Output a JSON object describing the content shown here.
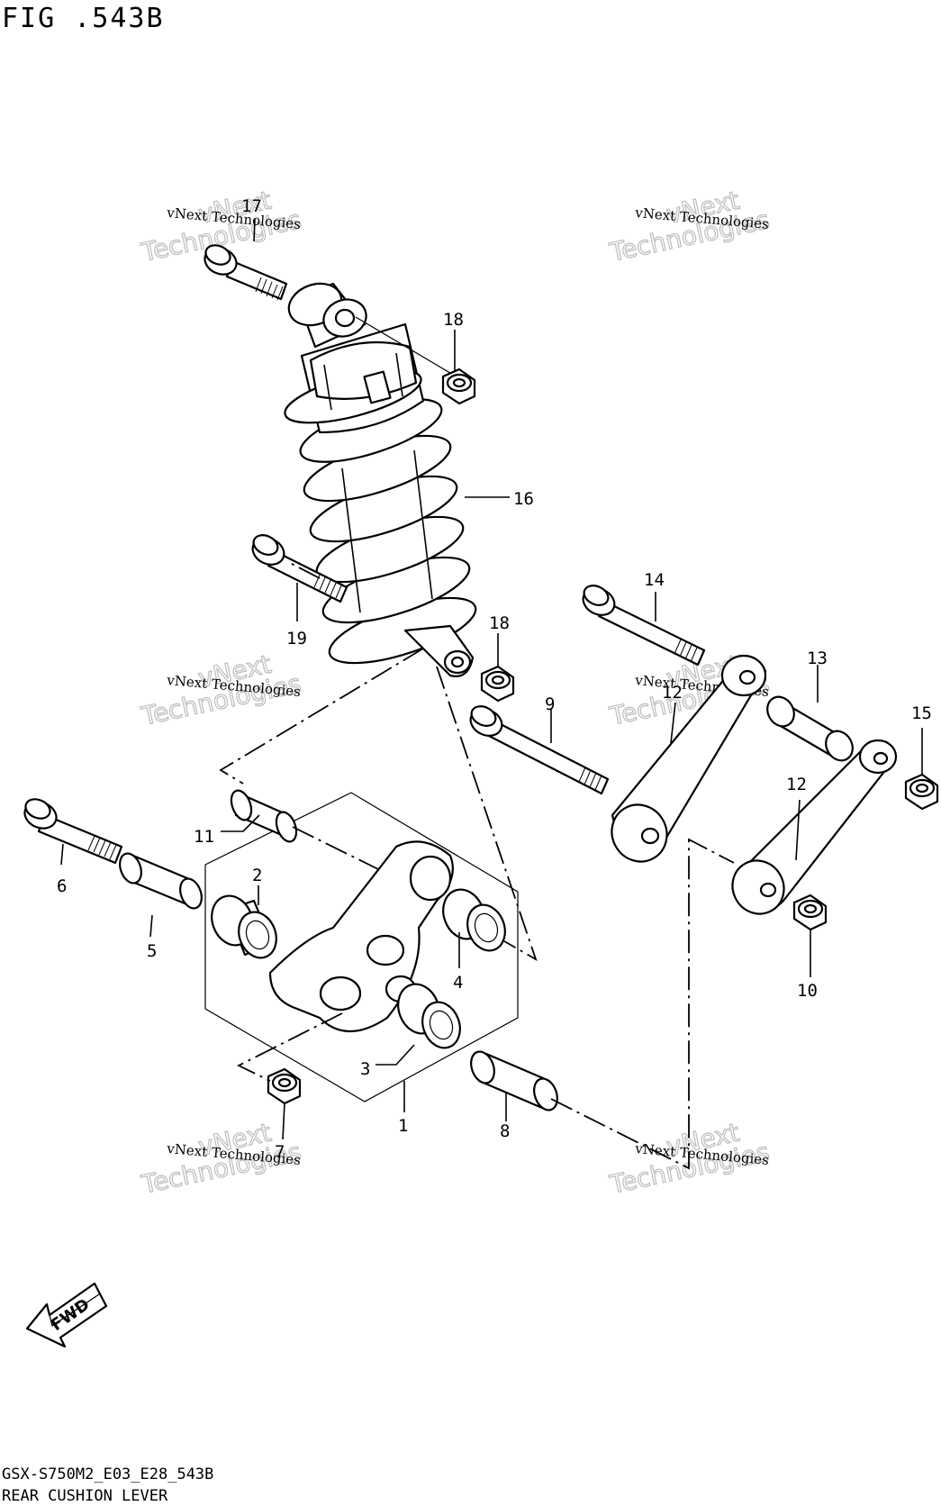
{
  "figure": {
    "title": "FIG .543B",
    "footer_code": "GSX-S750M2_E03_E28_543B",
    "footer_name": "REAR CUSHION LEVER"
  },
  "watermark": {
    "line1": "vNext Technologies",
    "line2": "vNext",
    "line3": "Technologies"
  },
  "fwd_label": "FWD",
  "callouts": [
    "17",
    "18",
    "16",
    "19",
    "18",
    "14",
    "13",
    "12",
    "9",
    "15",
    "11",
    "12",
    "6",
    "2",
    "5",
    "4",
    "10",
    "3",
    "1",
    "8",
    "7"
  ]
}
